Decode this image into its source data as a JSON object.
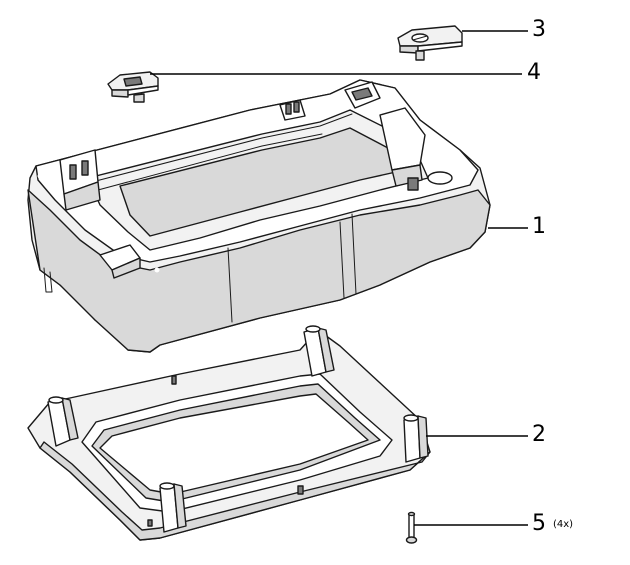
{
  "callouts": {
    "c1": "1",
    "c2": "2",
    "c3": "3",
    "c4": "4",
    "c5": "5",
    "c5_qty": "(4x)"
  }
}
